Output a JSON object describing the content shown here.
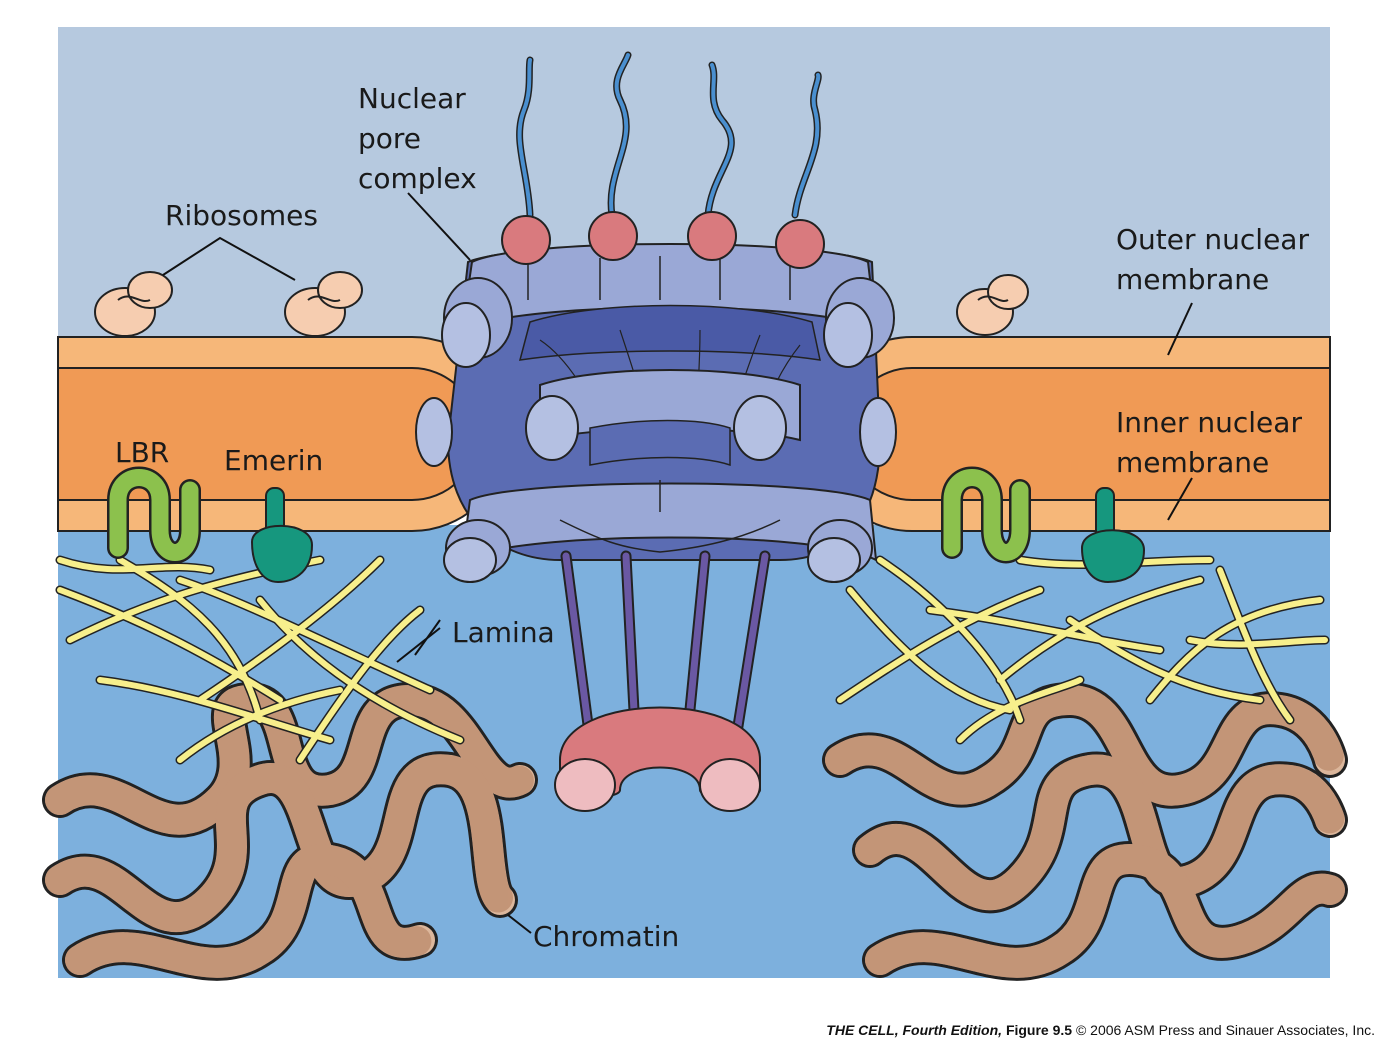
{
  "labels": {
    "npc_1": "Nuclear",
    "npc_2": "pore",
    "npc_3": "complex",
    "ribosomes": "Ribosomes",
    "outer_1": "Outer nuclear",
    "outer_2": "membrane",
    "inner_1": "Inner nuclear",
    "inner_2": "membrane",
    "lbr": "LBR",
    "emerin": "Emerin",
    "lamina": "Lamina",
    "chromatin": "Chromatin"
  },
  "credit": {
    "book": "THE CELL, Fourth Edition,",
    "figure": "Figure 9.5",
    "copyright": "© 2006 ASM Press and Sinauer Associates, Inc."
  },
  "colors": {
    "cytoplasm": "#b6c9df",
    "nucleoplasm": "#7db0dd",
    "membrane_outer": "#f6b779",
    "lumen": "#f09a55",
    "pore_light": "#9aa8d6",
    "pore_dark": "#5b6cb3",
    "pore_lighter": "#b4c0e2",
    "filament": "#4a8fcf",
    "ring_red": "#d97a7e",
    "ribosome": "#f6cdb0",
    "lbr": "#8cc14d",
    "emerin": "#16977e",
    "lamina": "#f7ef8c",
    "chromatin": "#dcb79c",
    "spoke": "#6a58a3"
  }
}
